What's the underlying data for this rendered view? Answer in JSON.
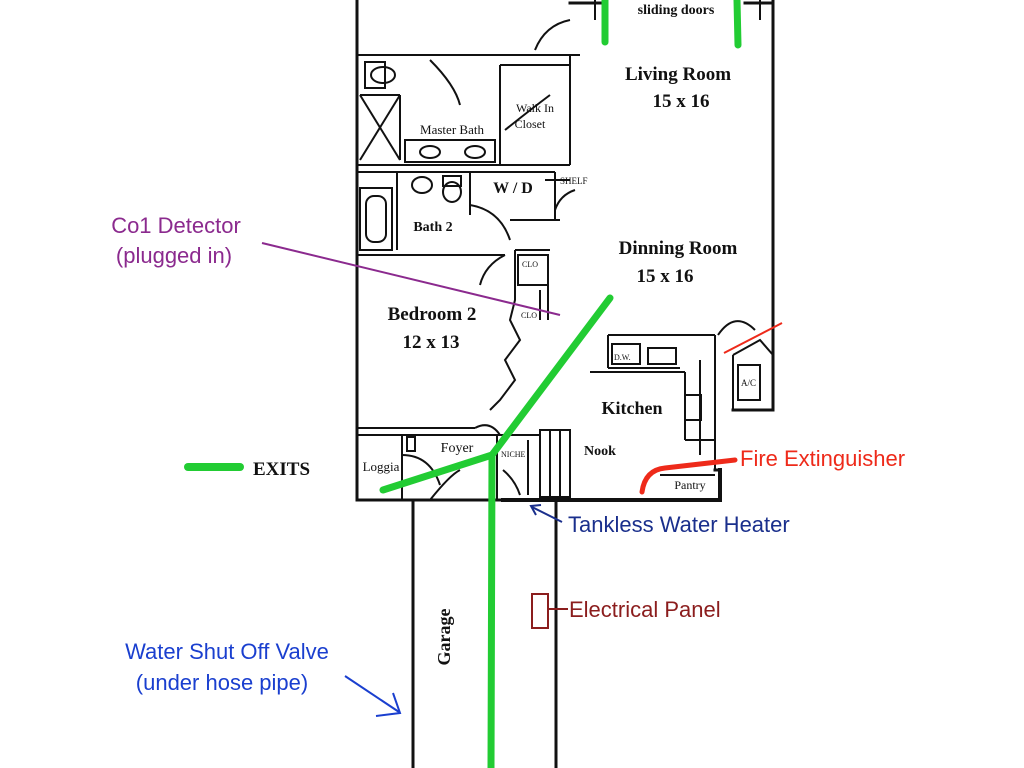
{
  "rooms": {
    "sliding_doors": "sliding doors",
    "living_room": "Living Room",
    "living_room_size": "15 x 16",
    "master_bath": "Master Bath",
    "walk_in_closet_1": "Walk In",
    "walk_in_closet_2": "Closet",
    "wd": "W / D",
    "shelf": "SHELF",
    "bath2": "Bath 2",
    "dining_room": "Dinning Room",
    "dining_room_size": "15 x 16",
    "clo_upper": "CLO",
    "clo_lower": "CLO",
    "bedroom2": "Bedroom 2",
    "bedroom2_size": "12 x 13",
    "dw": "D.W.",
    "ac": "A/C",
    "kitchen": "Kitchen",
    "foyer": "Foyer",
    "loggia": "Loggia",
    "niche": "NICHE",
    "nook": "Nook",
    "pantry": "Pantry",
    "garage": "Garage"
  },
  "annotations": {
    "co_detector_1": "Co1 Detector",
    "co_detector_2": "(plugged in)",
    "exits_legend": "EXITS",
    "fire_extinguisher": "Fire Extinguisher",
    "tankless_water_heater": "Tankless Water Heater",
    "electrical_panel": "Electrical Panel",
    "water_valve_1": "Water Shut Off Valve",
    "water_valve_2": "(under hose pipe)"
  },
  "colors": {
    "exit_path": "#22cc33",
    "co_detector": "#8b2a8e",
    "fire_extinguisher": "#ee2a1a",
    "water_heater": "#1a2f8c",
    "electrical_panel": "#8b1d1d",
    "water_valve": "#1a3fcf",
    "wall": "#111111"
  }
}
